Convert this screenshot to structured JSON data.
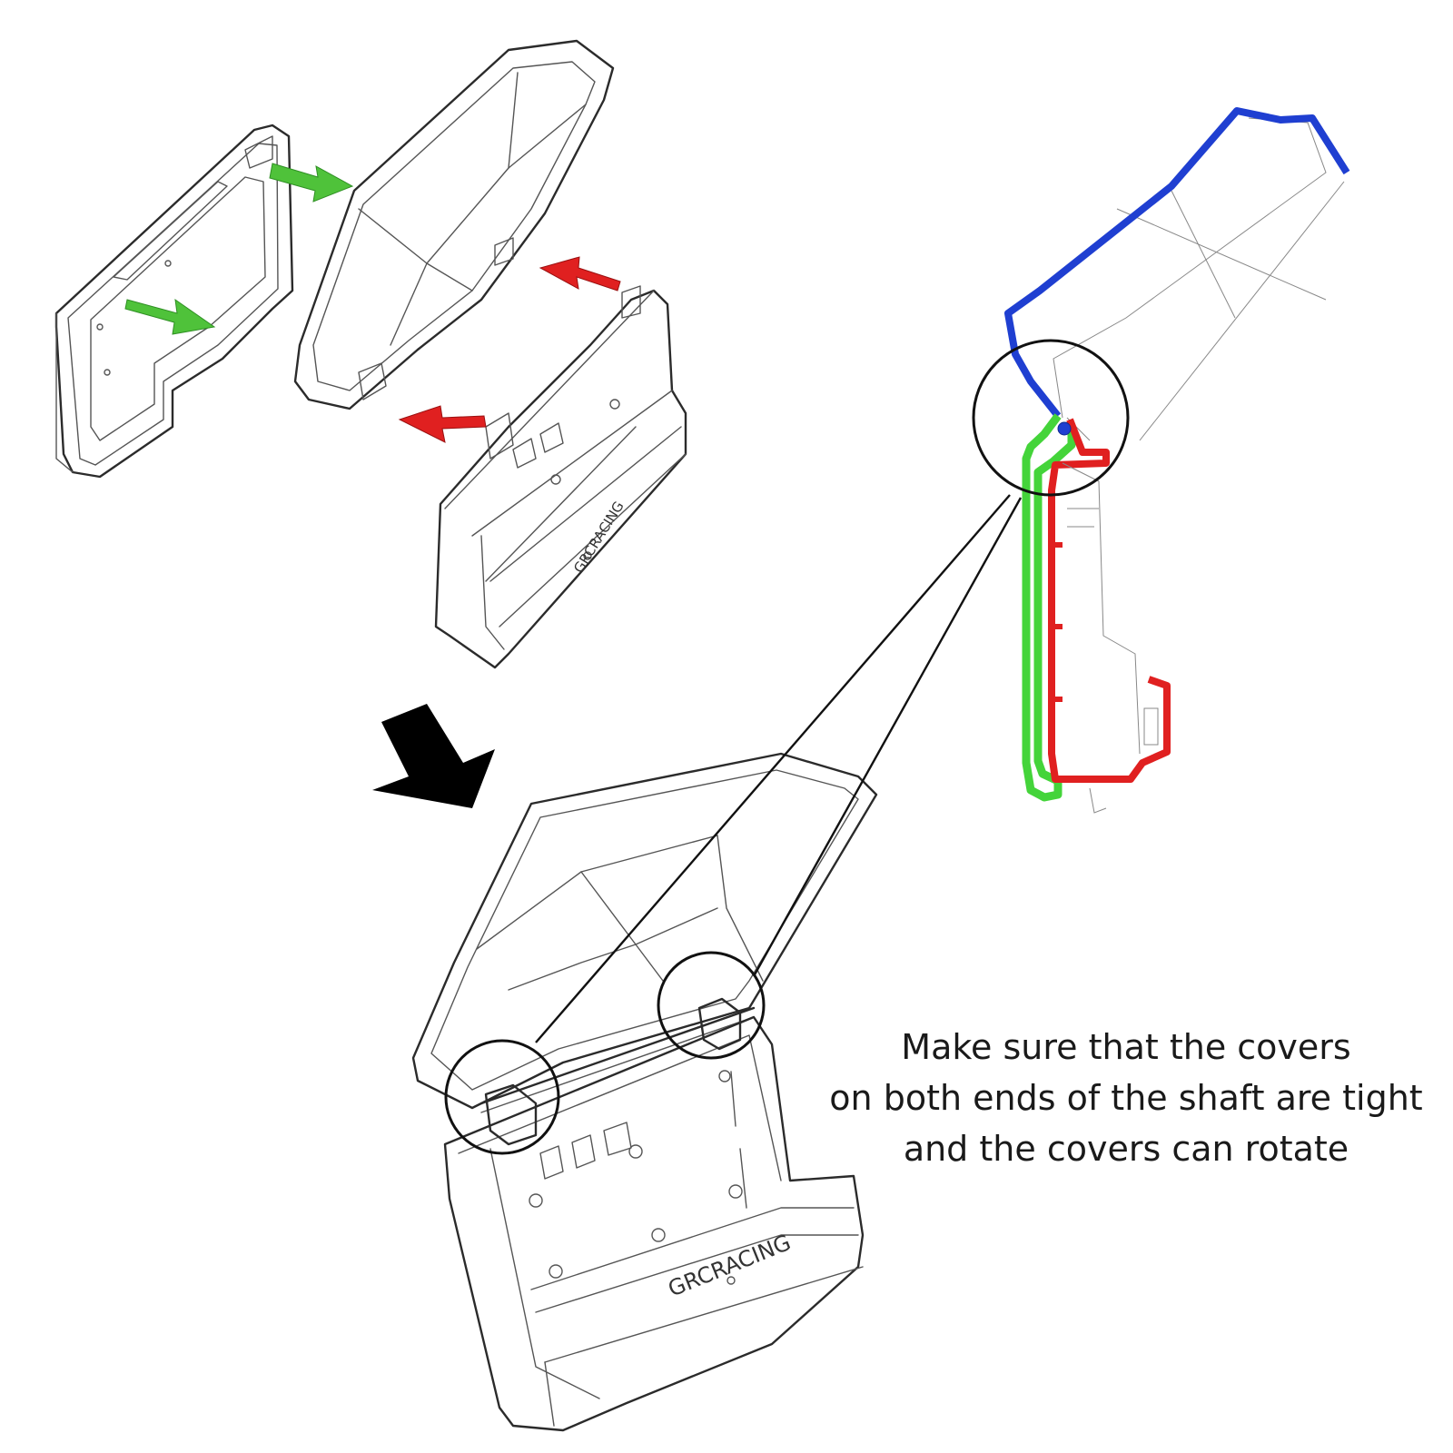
{
  "caption": {
    "line1": "Make sure that the covers",
    "line2": "on both ends of the shaft are tight",
    "line3": "and the covers can rotate"
  },
  "brand": {
    "logo_text_top": "GRCRACING",
    "logo_text_bottom": "GRCRACING"
  },
  "colors": {
    "push_arrow": "#4fc23a",
    "pull_arrow": "#e02020",
    "assemble_arrow": "#000000",
    "lid_outline": "#1f3fd1",
    "base_outline": "#e02020",
    "back_plate_outline": "#44d43a",
    "shaft_point": "#1f3fd1"
  }
}
